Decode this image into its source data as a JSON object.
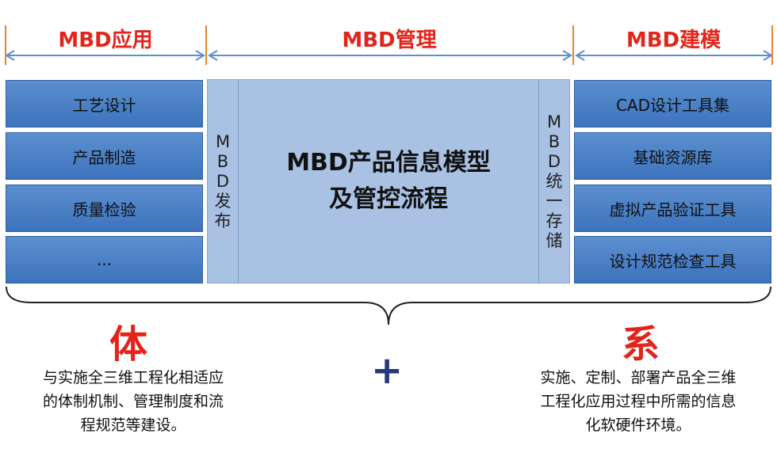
{
  "headers": {
    "left": "MBD应用",
    "middle": "MBD管理",
    "right": "MBD建模"
  },
  "left_items": [
    "工艺设计",
    "产品制造",
    "质量检验",
    "..."
  ],
  "center": {
    "left_vertical": [
      "M",
      "B",
      "D",
      "发",
      "布"
    ],
    "title_line1": "MBD产品信息模型",
    "title_line2": "及管控流程",
    "right_vertical": [
      "M",
      "B",
      "D",
      "统",
      "一",
      "存",
      "储"
    ]
  },
  "right_items": [
    "CAD设计工具集",
    "基础资源库",
    "虚拟产品验证工具",
    "设计规范检查工具"
  ],
  "bottom": {
    "left_char": "体",
    "right_char": "系",
    "plus": "+",
    "left_text": [
      "与实施全三维工程化相适应",
      "的体制机制、管理制度和流",
      "程规范等建设。"
    ],
    "right_text": [
      "实施、定制、部署产品全三维",
      "工程化应用过程中所需的信息",
      "化软硬件环境。"
    ]
  },
  "colors": {
    "accent_red": "#e3241b",
    "box_blue": "#4a7fc6",
    "center_blue": "#a9c1e3",
    "arrow_blue": "#5b8fd0",
    "plus_navy": "#243a7a"
  }
}
